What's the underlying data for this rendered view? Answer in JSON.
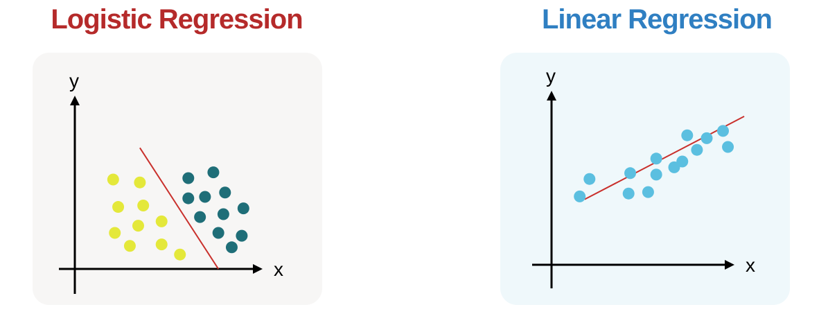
{
  "colors": {
    "logistic_title": "#b52a2a",
    "linear_title": "#2f7fc2",
    "logistic_bg": "#f7f6f5",
    "linear_bg": "#eff8fb",
    "axis": "#000000",
    "line": "#c9302c",
    "class_a": "#e4e83a",
    "class_b": "#1f6e78",
    "points": "#5bbfe0"
  },
  "chart_data": [
    {
      "type": "scatter",
      "title": "Logistic Regression",
      "xlabel": "x",
      "ylabel": "y",
      "xlim": [
        0,
        10
      ],
      "ylim": [
        0,
        10
      ],
      "grid": false,
      "boundary": {
        "x1": 2.9,
        "y1": 8.4,
        "x2": 7.6,
        "y2": 0.0
      },
      "series": [
        {
          "color": "#e4e83a",
          "points": [
            [
              1.3,
              6.2
            ],
            [
              2.9,
              6.0
            ],
            [
              1.6,
              4.3
            ],
            [
              3.1,
              4.4
            ],
            [
              4.2,
              3.3
            ],
            [
              2.8,
              3.0
            ],
            [
              1.4,
              2.5
            ],
            [
              2.3,
              1.6
            ],
            [
              4.2,
              1.7
            ],
            [
              5.3,
              1.0
            ]
          ]
        },
        {
          "color": "#1f6e78",
          "points": [
            [
              5.8,
              6.3
            ],
            [
              7.3,
              6.7
            ],
            [
              5.8,
              4.9
            ],
            [
              6.8,
              5.0
            ],
            [
              8.0,
              5.3
            ],
            [
              6.5,
              3.6
            ],
            [
              7.9,
              3.8
            ],
            [
              9.1,
              4.2
            ],
            [
              7.6,
              2.5
            ],
            [
              9.0,
              2.3
            ],
            [
              8.4,
              1.5
            ]
          ]
        }
      ]
    },
    {
      "type": "scatter",
      "title": "Linear Regression",
      "xlabel": "x",
      "ylabel": "y",
      "xlim": [
        0,
        10
      ],
      "ylim": [
        0,
        10
      ],
      "grid": false,
      "trendline": {
        "x1": 0.5,
        "y1": 2.4,
        "x2": 10.3,
        "y2": 8.1
      },
      "series": [
        {
          "color": "#5bbfe0",
          "points": [
            [
              0.2,
              2.6
            ],
            [
              0.8,
              3.8
            ],
            [
              3.2,
              2.8
            ],
            [
              3.3,
              4.2
            ],
            [
              4.4,
              2.9
            ],
            [
              4.9,
              4.1
            ],
            [
              4.9,
              5.2
            ],
            [
              6.0,
              4.6
            ],
            [
              6.5,
              5.0
            ],
            [
              6.8,
              6.8
            ],
            [
              7.4,
              5.8
            ],
            [
              8.0,
              6.6
            ],
            [
              9.0,
              7.1
            ],
            [
              9.3,
              6.0
            ]
          ]
        }
      ]
    }
  ]
}
